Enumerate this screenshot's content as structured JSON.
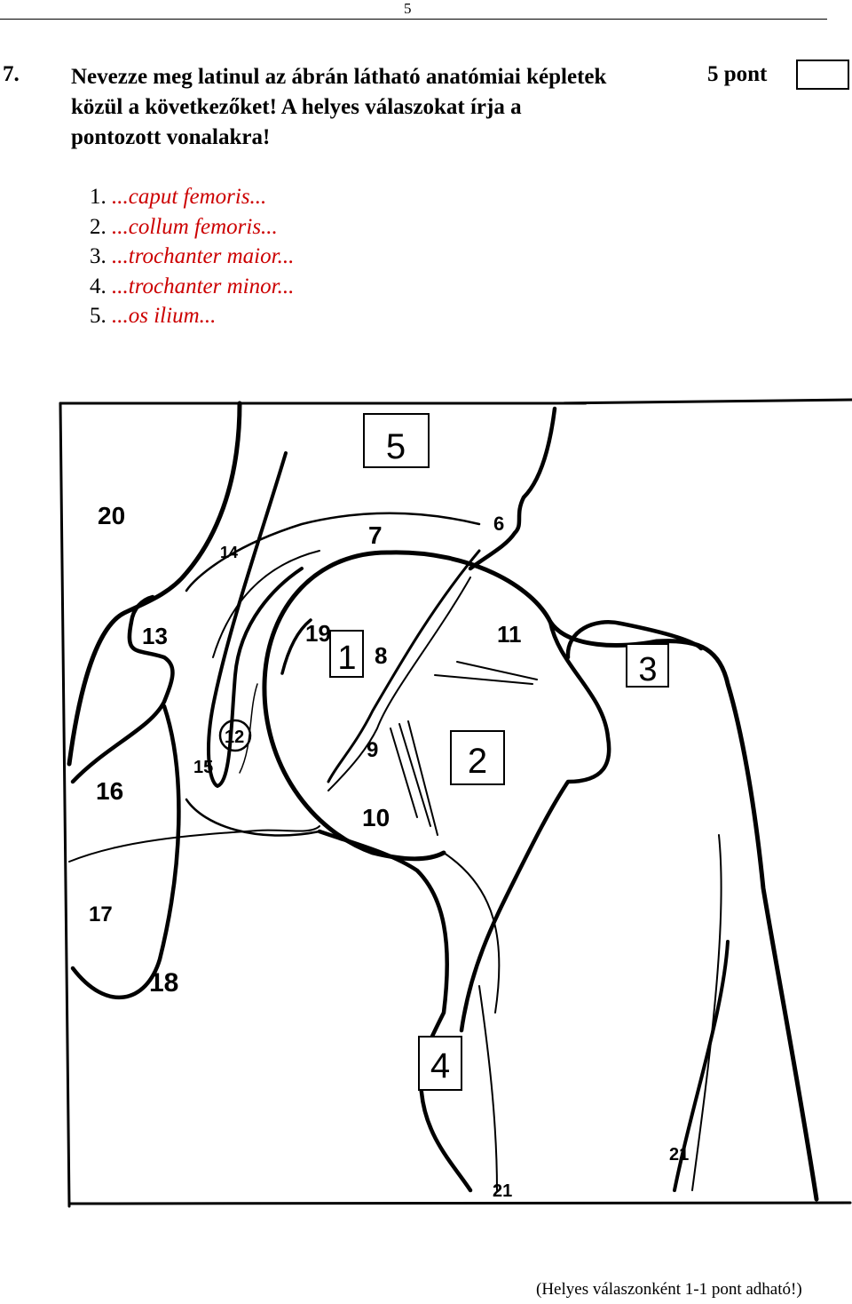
{
  "page_number": "5",
  "question": {
    "number": "7.",
    "text_lines": [
      "Nevezze meg  latinul az ábrán látható anatómiai képletek",
      "közül a következőket! A helyes válaszokat írja a",
      "pontozott vonalakra!"
    ],
    "points": "5 pont"
  },
  "answers": [
    {
      "num": "1.",
      "text": "...caput femoris..."
    },
    {
      "num": "2.",
      "text": "...collum femoris..."
    },
    {
      "num": "3.",
      "text": "...trochanter maior..."
    },
    {
      "num": "4.",
      "text": "...trochanter minor..."
    },
    {
      "num": "5.",
      "text": "...os ilium..."
    }
  ],
  "figure": {
    "boxed_labels": [
      "5",
      "1",
      "3",
      "2",
      "4"
    ],
    "labels": [
      "20",
      "6",
      "7",
      "14",
      "13",
      "19",
      "8",
      "11",
      "12",
      "15",
      "16",
      "9",
      "10",
      "17",
      "18",
      "21",
      "21"
    ]
  },
  "footer_note": "(Helyes válaszonként 1-1 pont adható!)"
}
